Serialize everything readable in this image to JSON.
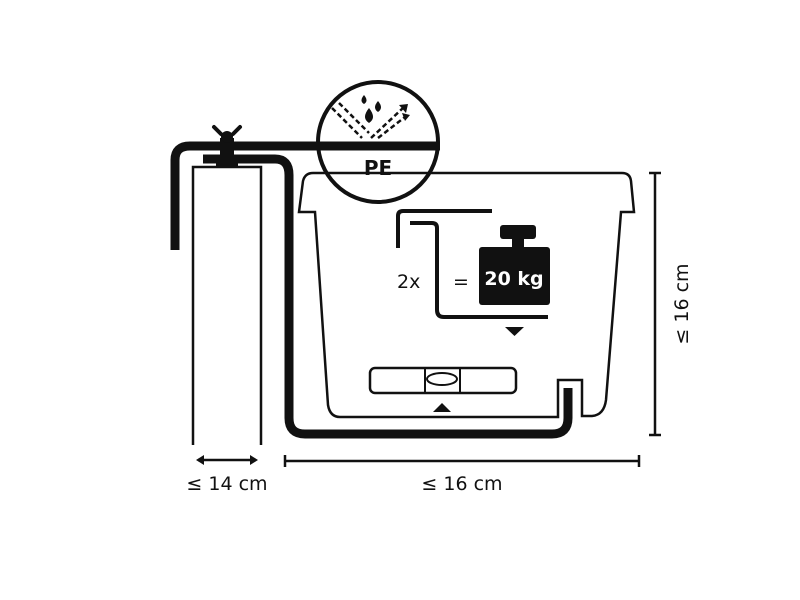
{
  "diagram": {
    "type": "balcony planter bracket mounting instructions",
    "colors": {
      "line": "#111111",
      "background": "#ffffff"
    },
    "material_badge": {
      "label": "PE",
      "icons": [
        "water-drops-icon",
        "reflection-arrows-icon"
      ]
    },
    "load": {
      "multiplier": "2x",
      "equals": "=",
      "weight": "20 kg"
    },
    "dimensions": {
      "rail_width": "≤ 14 cm",
      "planter_width": "≤ 16 cm",
      "planter_height": "≤ 16 cm"
    }
  }
}
